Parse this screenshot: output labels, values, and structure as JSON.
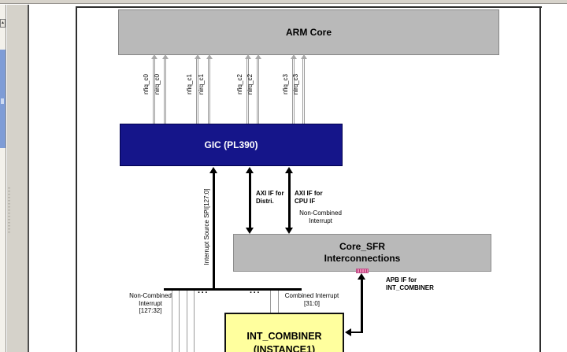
{
  "chrome": {
    "scroll_up_glyph": "▴"
  },
  "diagram": {
    "arm_core_label": "ARM Core",
    "gic_label": "GIC (PL390)",
    "core_sfr_label": "Core_SFR\nInterconnections",
    "int_combiner_label": "INT_COMBINER\n(INSTANCE1)",
    "signals": [
      "nfiq_c0",
      "nirq_c0",
      "nfiq_c1",
      "nirq_c1",
      "nfiq_c2",
      "nirq_c2",
      "nfiq_c3",
      "nirq_c3"
    ],
    "interrupt_source_label": "Interrupt Source SPI[127:0]",
    "axi_distri_label": "AXI IF for\nDistri.",
    "axi_cpu_label": "AXI IF for\nCPU IF",
    "non_combined_small_label": "Non-Combined\nInterrupt",
    "apb_label": "APB IF for\nINT_COMBINER",
    "non_combined_interrupt_label": "Non-Combined\nInterrupt\n[127:32]",
    "combined_interrupt_label": "Combined Interrupt\n[31:0]",
    "ellipsis_left": "···",
    "ellipsis_right": "···"
  },
  "colors": {
    "box_gray": "#b9b9b9",
    "gic_navy": "#15158a",
    "combiner_yellow": "#ffff9e",
    "annotation_pink": "#ee8ab8",
    "thumbnail_blue": "#7e9cd6",
    "signal_line_gray": "#9b9b9b"
  }
}
